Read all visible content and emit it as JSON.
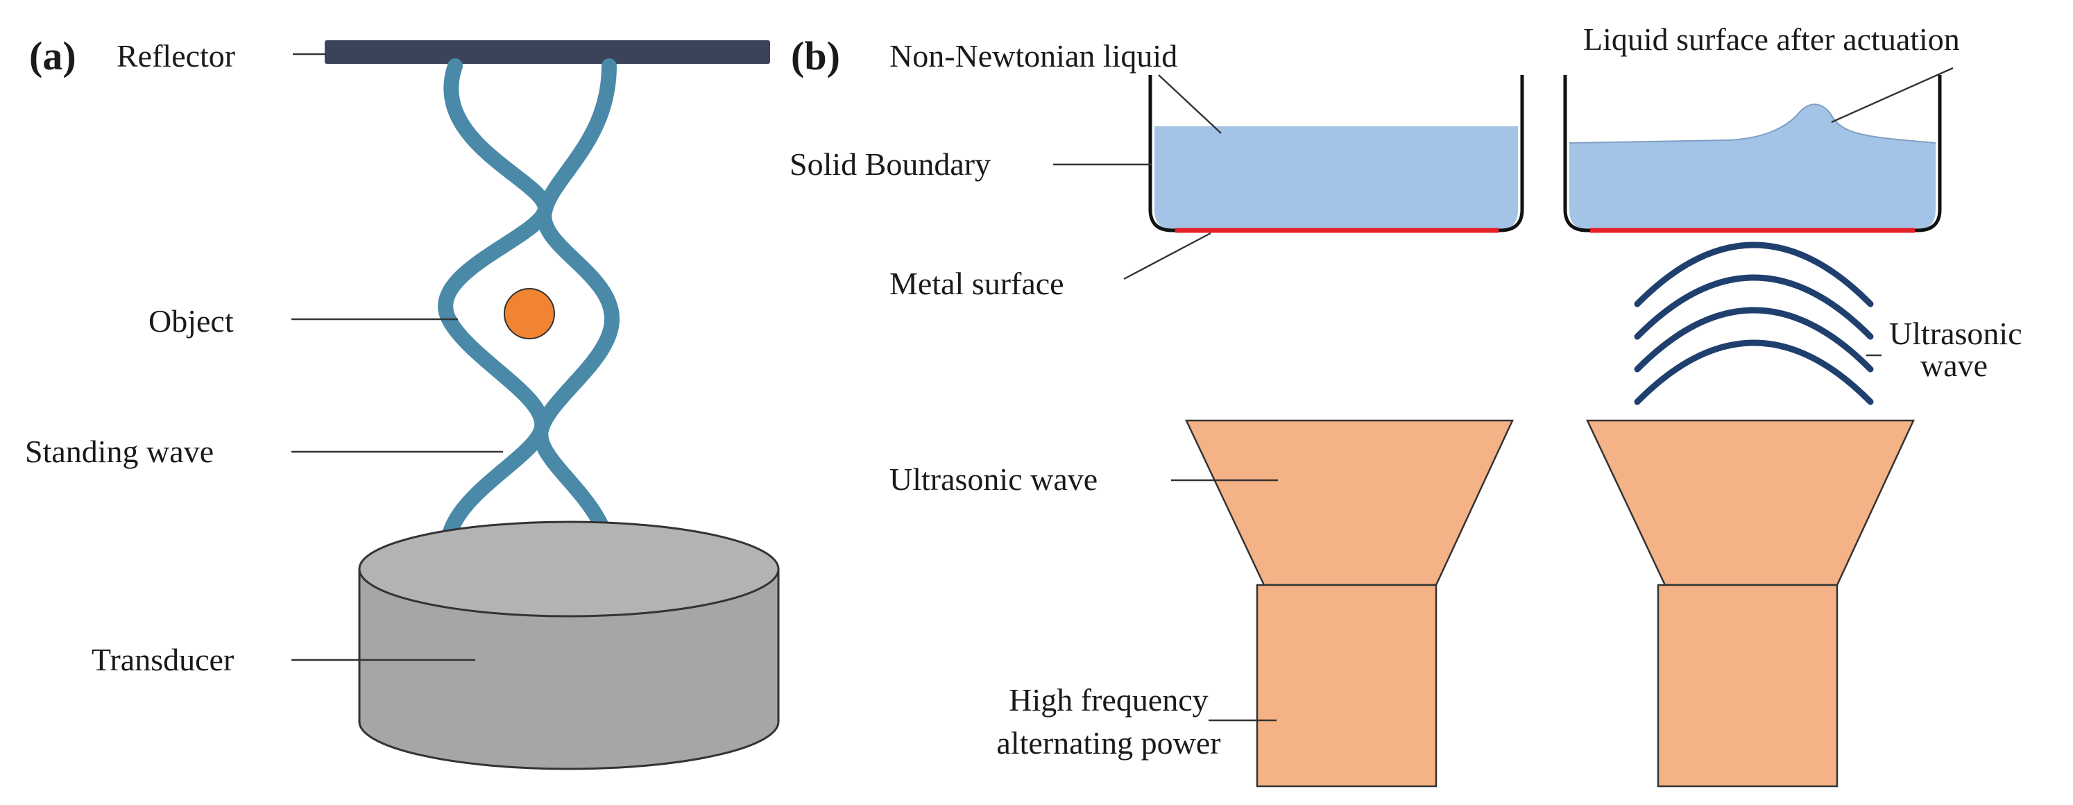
{
  "panels": {
    "a": "(a)",
    "b": "(b)"
  },
  "labels_a": {
    "reflector": "Reflector",
    "object": "Object",
    "standing_wave": "Standing wave",
    "transducer": "Transducer"
  },
  "labels_b": {
    "non_newtonian_liquid": "Non-Newtonian liquid",
    "liquid_surface_after_actuation": "Liquid surface after actuation",
    "solid_boundary": "Solid Boundary",
    "metal_surface": "Metal surface",
    "ultrasonic_wave_right_line1": "Ultrasonic",
    "ultrasonic_wave_right_line2": "wave",
    "ultrasonic_wave_horn": "Ultrasonic wave",
    "power_line1": "High frequency",
    "power_line2": "alternating power"
  },
  "colors": {
    "reflector": "#3b4358",
    "wave": "#4a8aa8",
    "object": "#f08432",
    "transducer_top": "#b3b3b3",
    "transducer_side": "#a6a6a6",
    "liquid": "#a3c4e6",
    "metal": "#e8202a",
    "horn": "#f5b286",
    "ultrasonic_arc": "#1f3f6e"
  }
}
